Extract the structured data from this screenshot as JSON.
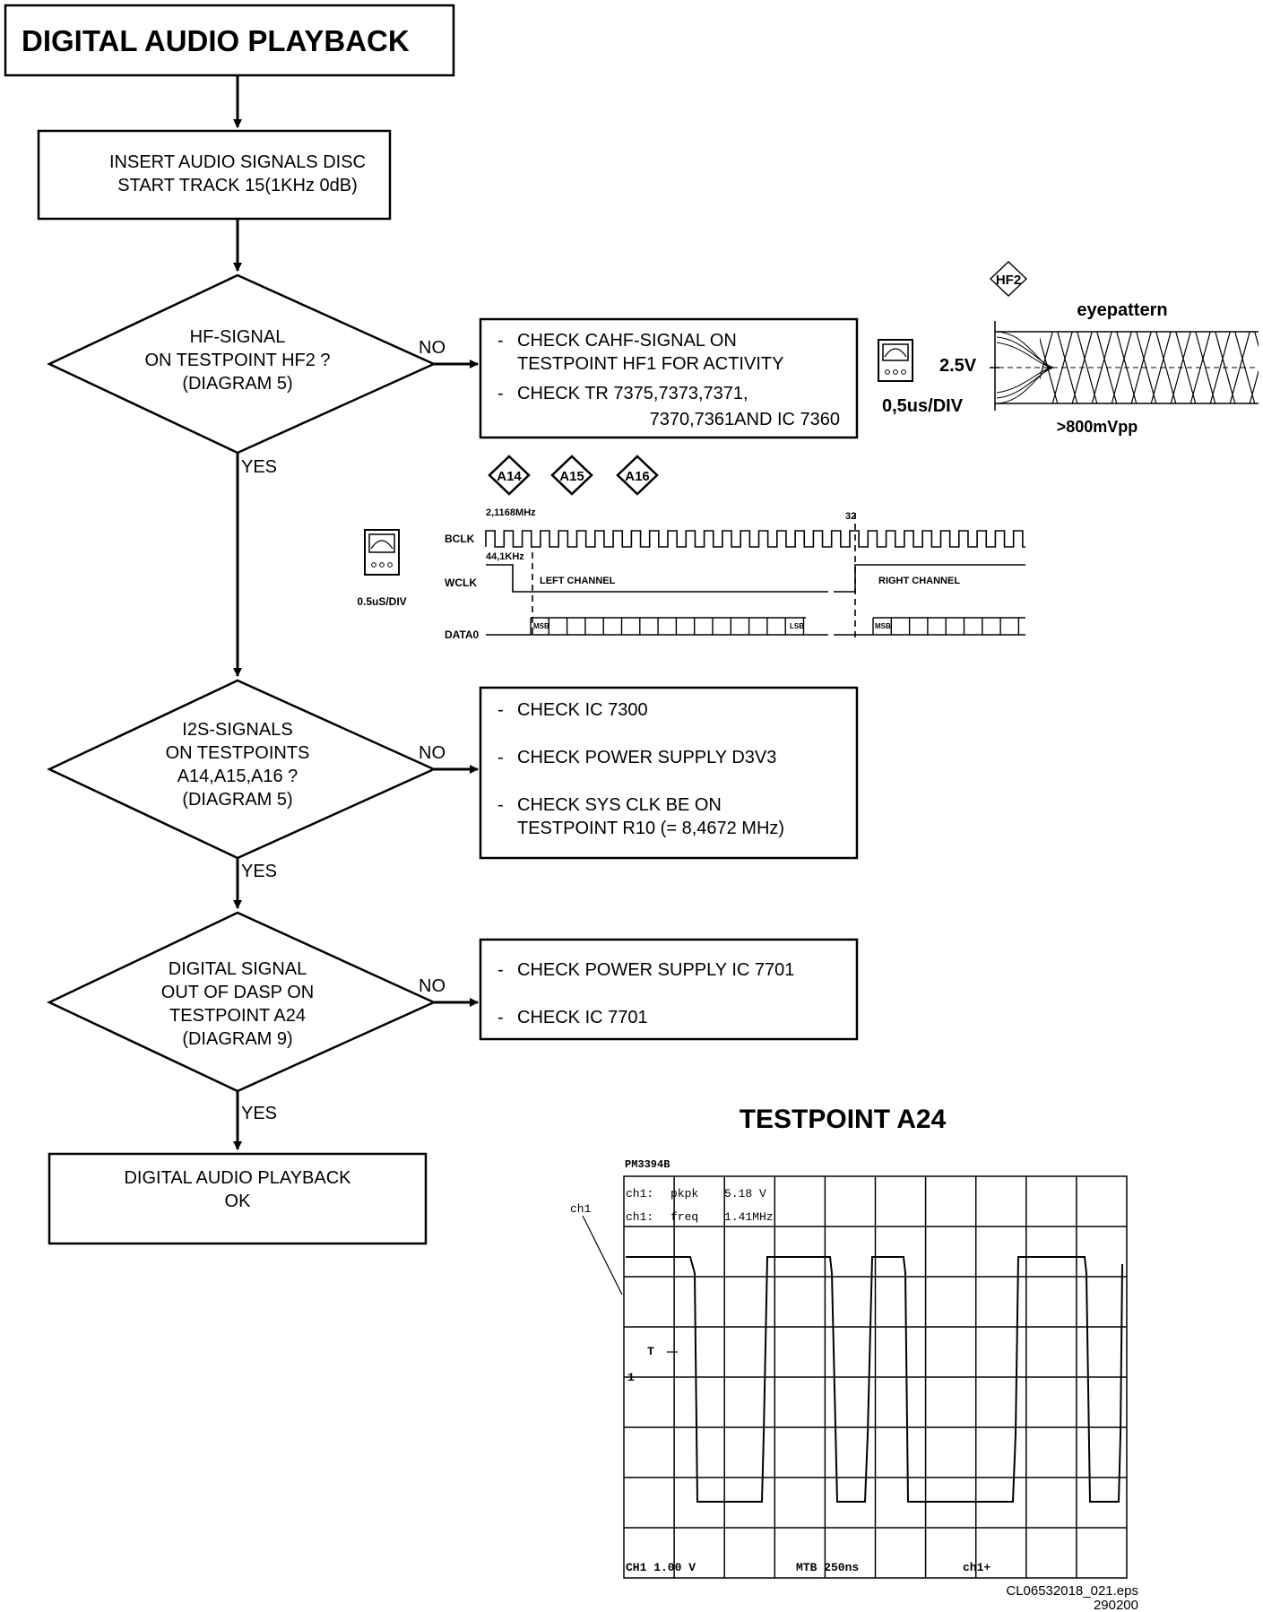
{
  "title": "DIGITAL AUDIO PLAYBACK",
  "step_insert": [
    "INSERT AUDIO SIGNALS DISC",
    "START TRACK 15(1KHz 0dB)"
  ],
  "decision_hf": [
    "HF-SIGNAL",
    "ON TESTPOINT HF2 ?",
    "(DIAGRAM 5)"
  ],
  "decision_i2s": [
    "I2S-SIGNALS",
    "ON TESTPOINTS",
    "A14,A15,A16 ?",
    "(DIAGRAM 5)"
  ],
  "decision_dasp": [
    "DIGITAL SIGNAL",
    "OUT OF DASP ON",
    "TESTPOINT A24",
    "(DIAGRAM 9)"
  ],
  "end_box": [
    "DIGITAL AUDIO PLAYBACK",
    "OK"
  ],
  "labels": {
    "no": "NO",
    "yes": "YES"
  },
  "check_hf": {
    "line1": "CHECK CAHF-SIGNAL ON",
    "line2": "TESTPOINT HF1 FOR ACTIVITY",
    "line3": "CHECK TR 7375,7373,7371,",
    "line4": "7370,7361AND IC 7360"
  },
  "check_i2s": {
    "line1": "CHECK IC 7300",
    "line2": "CHECK POWER SUPPLY D3V3",
    "line3": "CHECK SYS CLK BE ON",
    "line4": "TESTPOINT R10 (= 8,4672 MHz)"
  },
  "check_dasp": {
    "line1": "CHECK POWER SUPPLY IC 7701",
    "line2": "CHECK  IC 7701"
  },
  "eye": {
    "tag": "HF2",
    "title": "eyepattern",
    "level": "2.5V",
    "timebase": "0,5us/DIV",
    "amplitude": ">800mVpp"
  },
  "i2s": {
    "tags": [
      "A14",
      "A15",
      "A16"
    ],
    "bclk_freq": "2,1168MHz",
    "bclk_count": "32",
    "wclk_freq": "44,1KHz",
    "bclk": "BCLK",
    "wclk": "WCLK",
    "data": "DATA0",
    "left": "LEFT CHANNEL",
    "right": "RIGHT CHANNEL",
    "msb": "MSB",
    "lsb": "LSB",
    "timebase": "0.5uS/DIV"
  },
  "scope": {
    "heading": "TESTPOINT A24",
    "model": "PM3394B",
    "row1_label": "ch1:",
    "row1_key": "pkpk",
    "row1_val": "5.18 V",
    "row2_label": "ch1:",
    "row2_key": "freq",
    "row2_val": "1.41MHz",
    "channel": "ch1",
    "marker_t": "T",
    "marker_1": "1",
    "footer_ch": "CH1 1.00 V",
    "footer_mtb": "MTB 250ns",
    "footer_trig": "ch1+"
  },
  "footer": {
    "file": "CL06532018_021.eps",
    "date": "290200"
  }
}
